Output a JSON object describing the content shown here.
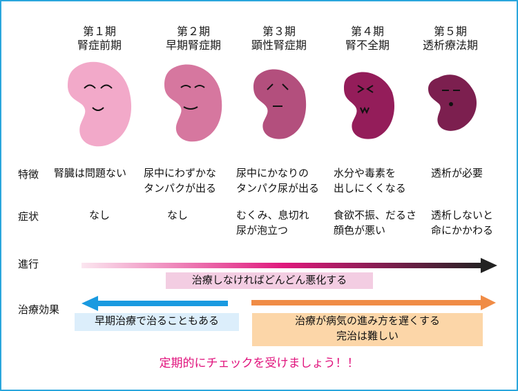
{
  "stages": [
    {
      "num": "第１期",
      "name": "腎症前期",
      "color": "#f2a9c9",
      "face": "happy"
    },
    {
      "num": "第２期",
      "name": "早期腎症期",
      "color": "#d6779f",
      "face": "smile"
    },
    {
      "num": "第３期",
      "name": "顕性腎症期",
      "color": "#b34f7d",
      "face": "worried"
    },
    {
      "num": "第４期",
      "name": "腎不全期",
      "color": "#941d5a",
      "face": "pain"
    },
    {
      "num": "第５期",
      "name": "透析療法期",
      "color": "#7c1f4f",
      "face": "weak"
    }
  ],
  "rows": {
    "features_label": "特徴",
    "features": [
      [
        "腎臓は問題ない"
      ],
      [
        "尿中にわずかな",
        "タンパクが出る"
      ],
      [
        "尿中にかなりの",
        "タンパク尿が出る"
      ],
      [
        "水分や毒素を",
        "出しにくくなる"
      ],
      [
        "透析が必要"
      ]
    ],
    "symptoms_label": "症状",
    "symptoms": [
      [
        "なし"
      ],
      [
        "なし"
      ],
      [
        "むくみ、息切れ",
        "尿が泡立つ"
      ],
      [
        "食欲不振、だるさ",
        "顔色が悪い"
      ],
      [
        "透析しないと",
        "命にかかわる"
      ]
    ]
  },
  "progress": {
    "label": "進行",
    "caption": "治療しなければどんどん悪化する",
    "gradient": [
      "#fbe6f0",
      "#e0187c",
      "#222222"
    ],
    "caption_bg": "#f3cde2"
  },
  "treatment": {
    "label": "治療効果",
    "early": {
      "caption": "早期治療で治ることもある",
      "arrow_color": "#1a9ae0",
      "bg": "#dceefb"
    },
    "late": {
      "caption_line1": "治療が病気の進み方を遅くする",
      "caption_line2": "完治は難しい",
      "arrow_color": "#f08c46",
      "bg": "#fcd6a8"
    }
  },
  "cta": "定期的にチェックを受けましょう！！",
  "frame_color": "#2aa6dc"
}
